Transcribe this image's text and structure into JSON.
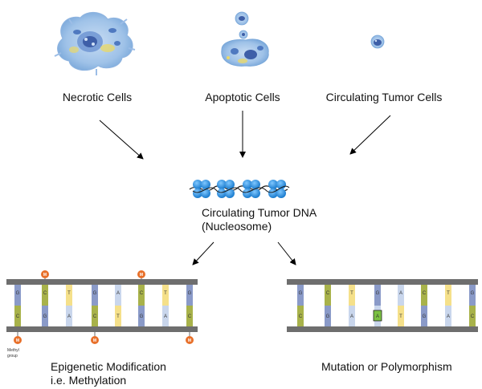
{
  "labels": {
    "necrotic": "Necrotic Cells",
    "apoptotic": "Apoptotic Cells",
    "ctc": "Circulating Tumor Cells",
    "ctdna_line1": "Circulating Tumor DNA",
    "ctdna_line2": "(Nucleosome)",
    "epigenetic_line1": "Epigenetic Modification",
    "epigenetic_line2": "i.e. Methylation",
    "mutation": "Mutation or Polymorphism"
  },
  "methyl_marker": "M",
  "methyl_group_line1": "Methyl",
  "methyl_group_line2": "group",
  "left_strand": {
    "top": [
      "G",
      "C",
      "T",
      "G",
      "A",
      "C",
      "T",
      "G"
    ],
    "bottom": [
      "C",
      "G",
      "A",
      "C",
      "T",
      "G",
      "A",
      "C"
    ]
  },
  "right_strand": {
    "top": [
      "G",
      "C",
      "T",
      "G",
      "A",
      "C",
      "T",
      "G"
    ],
    "bottom": [
      "C",
      "G",
      "A",
      "A",
      "T",
      "G",
      "A",
      "C"
    ]
  },
  "colors": {
    "G": "#8a9ac8",
    "C": "#a8b24a",
    "T": "#f5e08a",
    "A": "#c9d6ec",
    "backbone": "#6e6e6e",
    "methyl": "#e8702a",
    "mutation_highlight": "#7bc142",
    "nucleosome": "#3c9ae0"
  }
}
